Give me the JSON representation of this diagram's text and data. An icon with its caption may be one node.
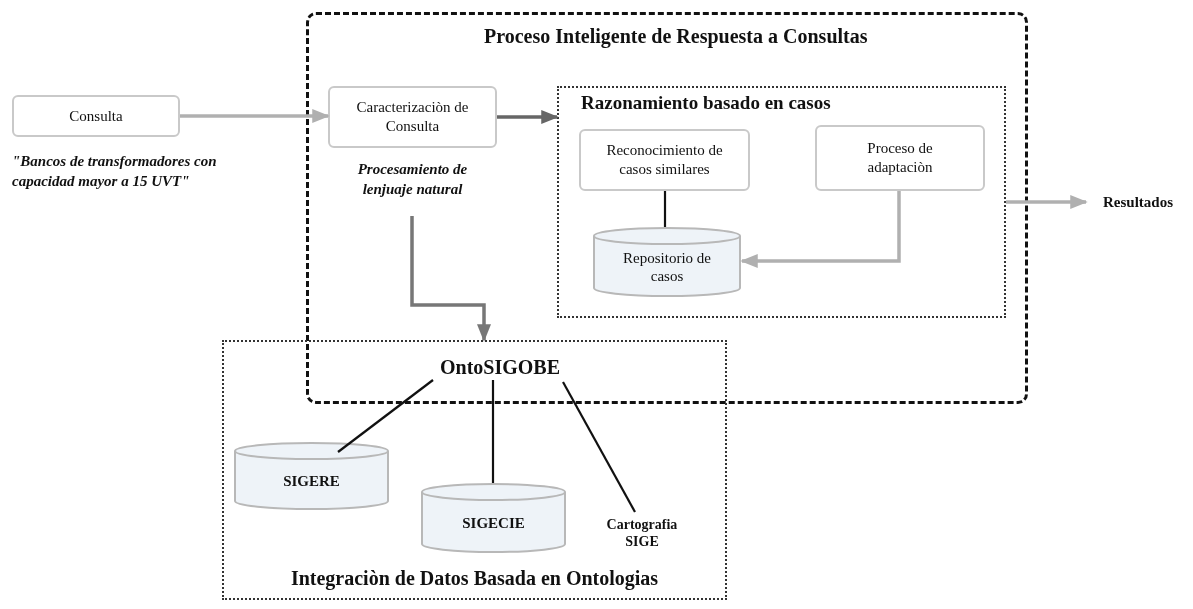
{
  "diagram": {
    "nodes": [
      {
        "text": [
          "Proceso Inteligente de Respuesta a Consultas"
        ]
      },
      {
        "text": [
          "Consulta"
        ],
        "beside": [
          "\"Bancos de transformadores con capacidad mayor a 15 UVT\""
        ]
      },
      {
        "text": [
          "Caracterizaciòn de Consulta"
        ],
        "in": 0,
        "beside": [
          "Procesamiento de lenjuaje natural"
        ]
      },
      {
        "text": [
          "Razonamiento basado en casos"
        ],
        "in": 0
      },
      {
        "text": [
          "Reconocimiento de casos similares"
        ],
        "in": 3
      },
      {
        "text": [
          "Proceso de adaptaciòn"
        ],
        "in": 3
      },
      {
        "text": [
          "Repositorio de casos"
        ],
        "in": 3
      },
      {
        "text": [
          "Resultados"
        ]
      },
      {
        "text": [
          "Integraciòn de Datos Basada en Ontologias"
        ]
      },
      {
        "text": [
          "OntoSIGOBE"
        ]
      },
      {
        "text": [
          "SIGERE"
        ],
        "in": 8
      },
      {
        "text": [
          "SIGECIE"
        ],
        "in": 8
      },
      {
        "text": [
          "Cartografia SIGE"
        ],
        "in": 8
      }
    ],
    "edges": [
      {
        "from": 1,
        "to": 2,
        "arrow": "to",
        "color": "#b0b0b0"
      },
      {
        "from": 2,
        "to": 3,
        "arrow": "to",
        "color": "#666666"
      },
      {
        "from": 2,
        "to": 8,
        "arrow": "to",
        "color": "#777777"
      },
      {
        "from": 4,
        "to": 6,
        "arrow": "none"
      },
      {
        "from": 5,
        "to": 6,
        "arrow": "to",
        "color": "#b0b0b0"
      },
      {
        "from": 3,
        "to": 7,
        "arrow": "to",
        "color": "#b0b0b0"
      },
      {
        "from": 9,
        "to": 10,
        "arrow": "none"
      },
      {
        "from": 9,
        "to": 11,
        "arrow": "none"
      },
      {
        "from": 9,
        "to": 12,
        "arrow": "none"
      }
    ]
  }
}
